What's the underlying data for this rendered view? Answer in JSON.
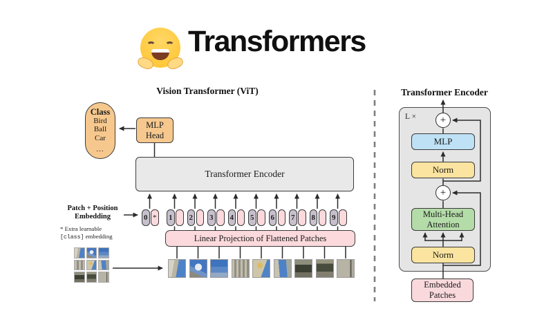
{
  "header": {
    "title": "Transformers",
    "emoji": "hugging-face"
  },
  "vit": {
    "title": "Vision Transformer (ViT)",
    "class_box": {
      "heading": "Class",
      "items": [
        "Bird",
        "Ball",
        "Car"
      ],
      "ellipsis": "..."
    },
    "mlp_head_label": "MLP\nHead",
    "encoder_label": "Transformer Encoder",
    "patch_position_label": "Patch + Position\nEmbedding",
    "extra_note": {
      "line1": "* Extra learnable",
      "class_token": "[class]",
      "suffix": "embedding"
    },
    "linear_projection_label": "Linear Projection of Flattened Patches",
    "class_token_star": "*",
    "tokens": [
      "0",
      "1",
      "2",
      "3",
      "4",
      "5",
      "6",
      "7",
      "8",
      "9"
    ]
  },
  "encoder_detail": {
    "title": "Transformer Encoder",
    "repeat_label": "L ×",
    "plus_symbol": "+",
    "mlp_label": "MLP",
    "norm_label_top": "Norm",
    "attention_label": "Multi-Head\nAttention",
    "norm_label_bottom": "Norm",
    "embedded_patches_label": "Embedded\nPatches"
  },
  "colors": {
    "accent_orange": "#F6C88E",
    "token_pink": "#FBD9DC",
    "token_gray": "#C7C0CC",
    "encoder_gray": "#E9E9E9",
    "container_gray": "#E5E5E5",
    "mlp_blue": "#BEE1F5",
    "norm_yellow": "#FBE49F",
    "attention_green": "#B4DCA8",
    "patches_pink": "#FAD9DD",
    "emoji_yellow": "#FFC93D",
    "line_dark": "#2B2B2B"
  }
}
